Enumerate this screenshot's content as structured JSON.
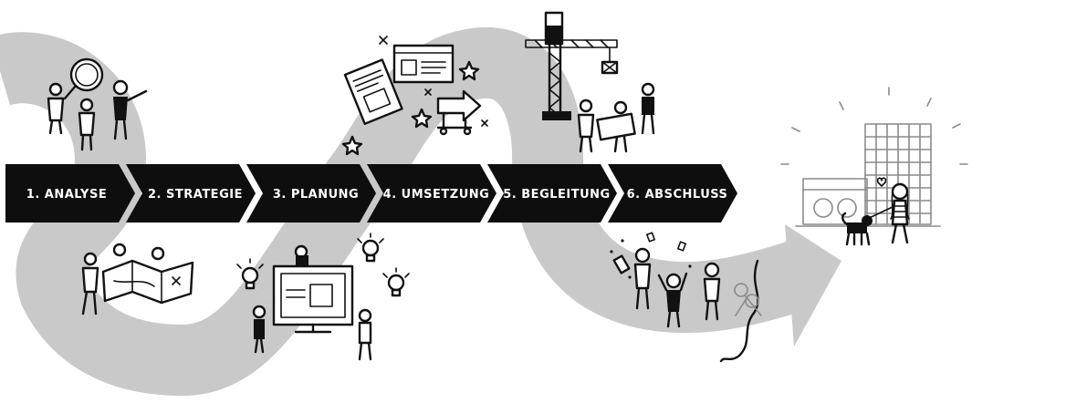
{
  "process_steps": [
    {
      "label": "1. ANALYSE"
    },
    {
      "label": "2. STRATEGIE"
    },
    {
      "label": "3. PLANUNG"
    },
    {
      "label": "4. UMSETZUNG"
    },
    {
      "label": "5. BEGLEITUNG"
    },
    {
      "label": "6. ABSCHLUSS"
    }
  ],
  "colors": {
    "chevron": "#0e0e0e",
    "chevron_text": "#ffffff",
    "path_band": "#c9c9c9",
    "ink": "#111111",
    "background": "#ffffff"
  },
  "icons": [
    "magnifier-team-icon",
    "pointing-person-icon",
    "map-reading-team-icon",
    "document-sheet-icon",
    "website-window-icon",
    "arrow-cart-icon",
    "star-icon",
    "lightbulb-icon",
    "monitor-presentation-icon",
    "crane-icon",
    "construction-workers-icon",
    "celebrating-people-icon",
    "ribbon-scissors-icon",
    "finished-building-icon",
    "person-walking-dog-icon"
  ]
}
